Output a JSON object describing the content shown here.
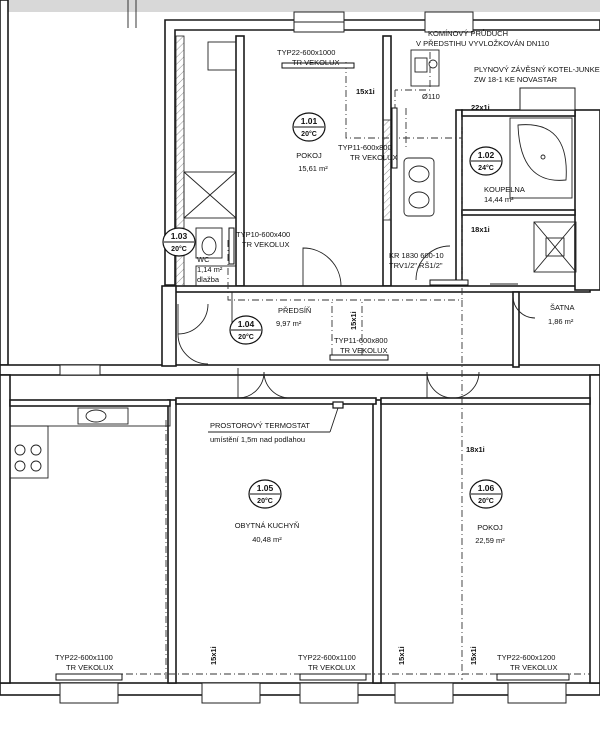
{
  "notes": {
    "chimney": "KOMÍNOVÝ PRŮDUCH",
    "chimney_sub": "V PŘEDSTIHU VYVLOŽKOVÁN DN110",
    "boiler": "PLYNOVÝ ZÁVĚSNÝ KOTEL-JUNKERS",
    "boiler_sub": "ZW 18-1 KE NOVASTAR",
    "thermostat": "PROSTOROVÝ TERMOSTAT",
    "thermostat_sub": "umístění 1,5m nad podlahou",
    "valve": "KR 1830 600-10",
    "valve_sub": "TRV1/2\",RŠ1/2\"",
    "pipe": "Ø110"
  },
  "rooms": [
    {
      "id": "1.01",
      "temp": "20°C",
      "name": "POKOJ",
      "area": "15,61 m²"
    },
    {
      "id": "1.02",
      "temp": "24°C",
      "name": "KOUPELNA",
      "area": "14,44 m²"
    },
    {
      "id": "1.03",
      "temp": "20°C",
      "name": "WC",
      "area": "1,14 m²",
      "floor": "dlažba"
    },
    {
      "id": "1.04",
      "temp": "20°C",
      "name": "PŘEDSÍŇ",
      "area": "9,97 m²"
    },
    {
      "id": "1.05",
      "temp": "20°C",
      "name": "OBYTNÁ KUCHYŇ",
      "area": "40,48 m²"
    },
    {
      "id": "1.06",
      "temp": "20°C",
      "name": "POKOJ",
      "area": "22,59 m²"
    },
    {
      "name": "ŠATNA",
      "area": "1,86 m²"
    }
  ],
  "radiators": [
    {
      "type": "TYP22-600x1000",
      "brand": "TR VEKOLUX"
    },
    {
      "type": "TYP11-600x800",
      "brand": "TR VEKOLUX"
    },
    {
      "type": "TYP10-600x400",
      "brand": "TR VEKOLUX"
    },
    {
      "type": "TYP11-600x800",
      "brand": "TR VEKOLUX"
    },
    {
      "type": "TYP22-600x1100",
      "brand": "TR VEKOLUX"
    },
    {
      "type": "TYP22-600x1100",
      "brand": "TR VEKOLUX"
    },
    {
      "type": "TYP22-600x1200",
      "brand": "TR VEKOLUX"
    }
  ],
  "pipe_sizes": [
    "15x1i",
    "22x1i",
    "18x1i",
    "15x1i",
    "18x1i",
    "15x1i",
    "15x1i",
    "15x1i"
  ]
}
